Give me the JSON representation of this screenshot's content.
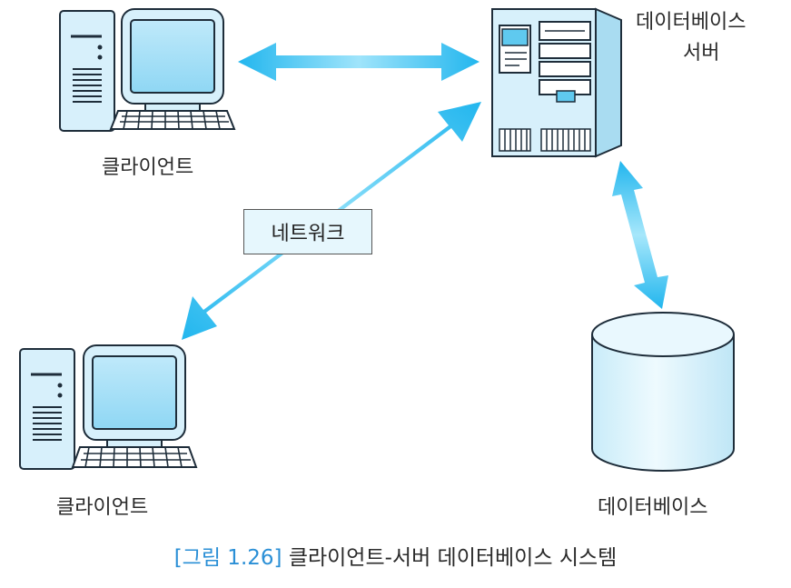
{
  "labels": {
    "client_top": "클라이언트",
    "client_bottom": "클라이언트",
    "server_line1": "데이터베이스",
    "server_line2": "서버",
    "database": "데이터베이스",
    "network": "네트워크"
  },
  "caption": {
    "number": "[그림 1.26]",
    "title": "클라이언트-서버 데이터베이스 시스템"
  },
  "colors": {
    "arrow": "#3fc6f2",
    "device_fill": "#d7f0fb",
    "device_dark": "#1e2d3a",
    "box_fill": "#e6f7fd",
    "caption_accent": "#2a8fd6"
  }
}
